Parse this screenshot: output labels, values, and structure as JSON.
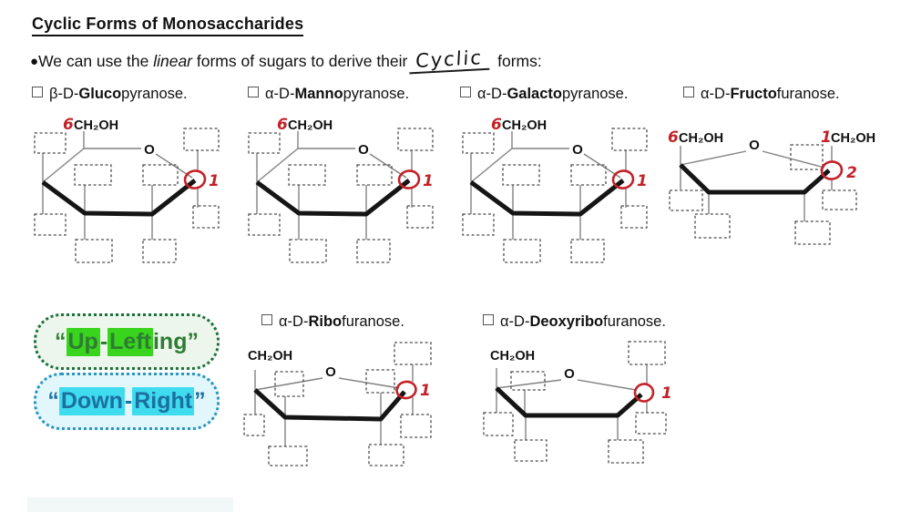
{
  "page": {
    "title": "Cyclic Forms of Monosaccharides",
    "bullet_glyph": "●",
    "bullet": {
      "pre": "We can use the ",
      "italic_word": "linear",
      "mid": " forms of sugars to derive their",
      "handwritten": "Cyclic",
      "post": "forms:"
    }
  },
  "sugars": [
    {
      "name_prefix": "β-D-",
      "name_bold": "Gluco",
      "name_suffix": "pyranose.",
      "c6_label": "6",
      "ch2oh_label": "CH₂OH",
      "ring_o_label": "O",
      "anomeric_label": "1"
    },
    {
      "name_prefix": "α-D-",
      "name_bold": "Manno",
      "name_suffix": "pyranose.",
      "c6_label": "6",
      "ch2oh_label": "CH₂OH",
      "ring_o_label": "O",
      "anomeric_label": "1"
    },
    {
      "name_prefix": "α-D-",
      "name_bold": "Galacto",
      "name_suffix": "pyranose.",
      "c6_label": "6",
      "ch2oh_label": "CH₂OH",
      "ring_o_label": "O",
      "anomeric_label": "1"
    },
    {
      "name_prefix": "α-D-",
      "name_bold": "Fructo",
      "name_suffix": "furanose.",
      "c6_label": "6",
      "ch2oh_label": "CH₂OH",
      "c1_label": "1",
      "ch2oh_right_label": "CH₂OH",
      "ring_o_label": "O",
      "anomeric_label": "2"
    },
    {
      "name_prefix": "α-D-",
      "name_bold": "Ribo",
      "name_suffix": "furanose.",
      "ch2oh_label": "CH₂OH",
      "ring_o_label": "O",
      "anomeric_label": "1"
    },
    {
      "name_prefix": "α-D-",
      "name_bold": "Deoxyribo",
      "name_suffix": "furanose.",
      "ch2oh_label": "CH₂OH",
      "ring_o_label": "O",
      "anomeric_label": "1"
    }
  ],
  "notes": {
    "up": {
      "quote_open": "“",
      "part1": "Up",
      "hyphen": "-",
      "part2": "Left",
      "part3": "ing",
      "quote_close": "”"
    },
    "down": {
      "quote_open": "“",
      "part1": "Down",
      "hyphen": "-",
      "part2": "Right",
      "part3": "",
      "quote_close": "”"
    }
  },
  "colors": {
    "annotation_red": "#c32127",
    "uplefting_highlight": "#38d41e",
    "uplefting_text": "#2e7d32",
    "uplefting_border": "#1e6f3e",
    "downright_highlight": "#3fdcf0",
    "downright_text": "#1c6f9e",
    "downright_border": "#2b94c0"
  }
}
